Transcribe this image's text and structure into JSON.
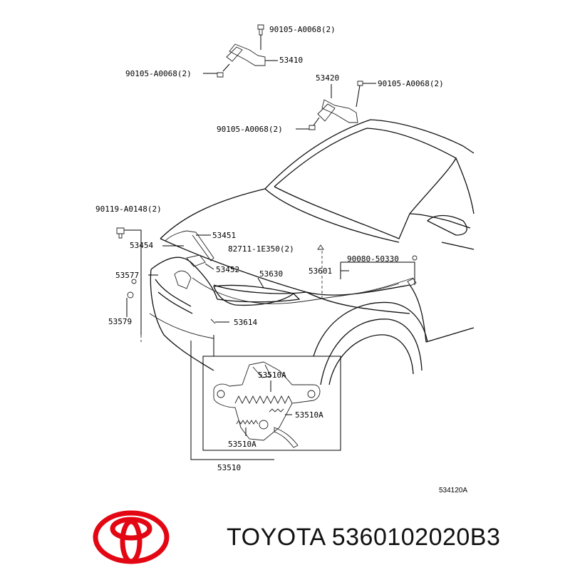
{
  "labels": {
    "bolt_top": "90105-A0068(2)",
    "hinge_left": "53410",
    "bolt_left_hinge": "90105-A0068(2)",
    "hinge_right": "53420",
    "bolt_right_hinge_top": "90105-A0068(2)",
    "bolt_right_hinge_bottom": "90105-A0068(2)",
    "bolt_support": "90119-A0148(2)",
    "stay": "53451",
    "stay_bracket": "53454",
    "clip": "82711-1E350(2)",
    "cable_clamp": "90080-50330",
    "holder": "53452",
    "cushion_a": "53577",
    "lock_release_cable": "53630",
    "cable": "53601",
    "cushion_b": "53579",
    "lock_cover": "53614",
    "lock_part_top": "53510A",
    "lock_part_right": "53510A",
    "lock_part_bottom": "53510A",
    "hood_lock_assy": "53510"
  },
  "figure_code": "534120A",
  "brand_line": "TOYOTA 5360102020B3",
  "colors": {
    "logo": "#e30613",
    "lines": "#000000"
  }
}
